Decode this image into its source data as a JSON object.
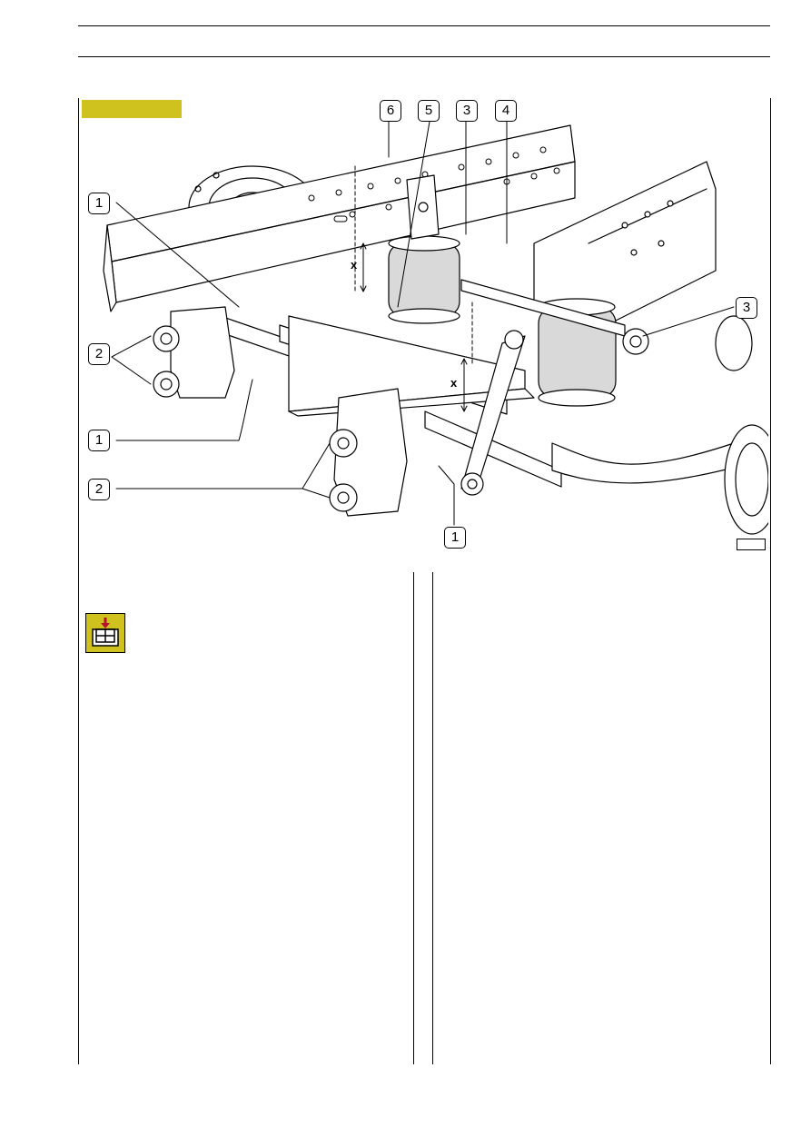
{
  "figure": {
    "callouts": {
      "frame_member": "6",
      "upper_bracket": "5",
      "air_spring_top": "3",
      "reaction_rod": "4",
      "left_torsion_bar": "1",
      "left_bushings": "2",
      "lower_torsion_bar": "1",
      "lower_bushings": "2",
      "bottom_torsion_bar": "1",
      "right_air_spring": "3"
    },
    "dimension_mark": "x"
  },
  "colors": {
    "figure_tag": "#cfc21f",
    "tool_icon_bg": "#cfc21f",
    "tool_icon_arrow": "#b5122b"
  },
  "icons": {
    "tool": "removal-installation-icon"
  }
}
